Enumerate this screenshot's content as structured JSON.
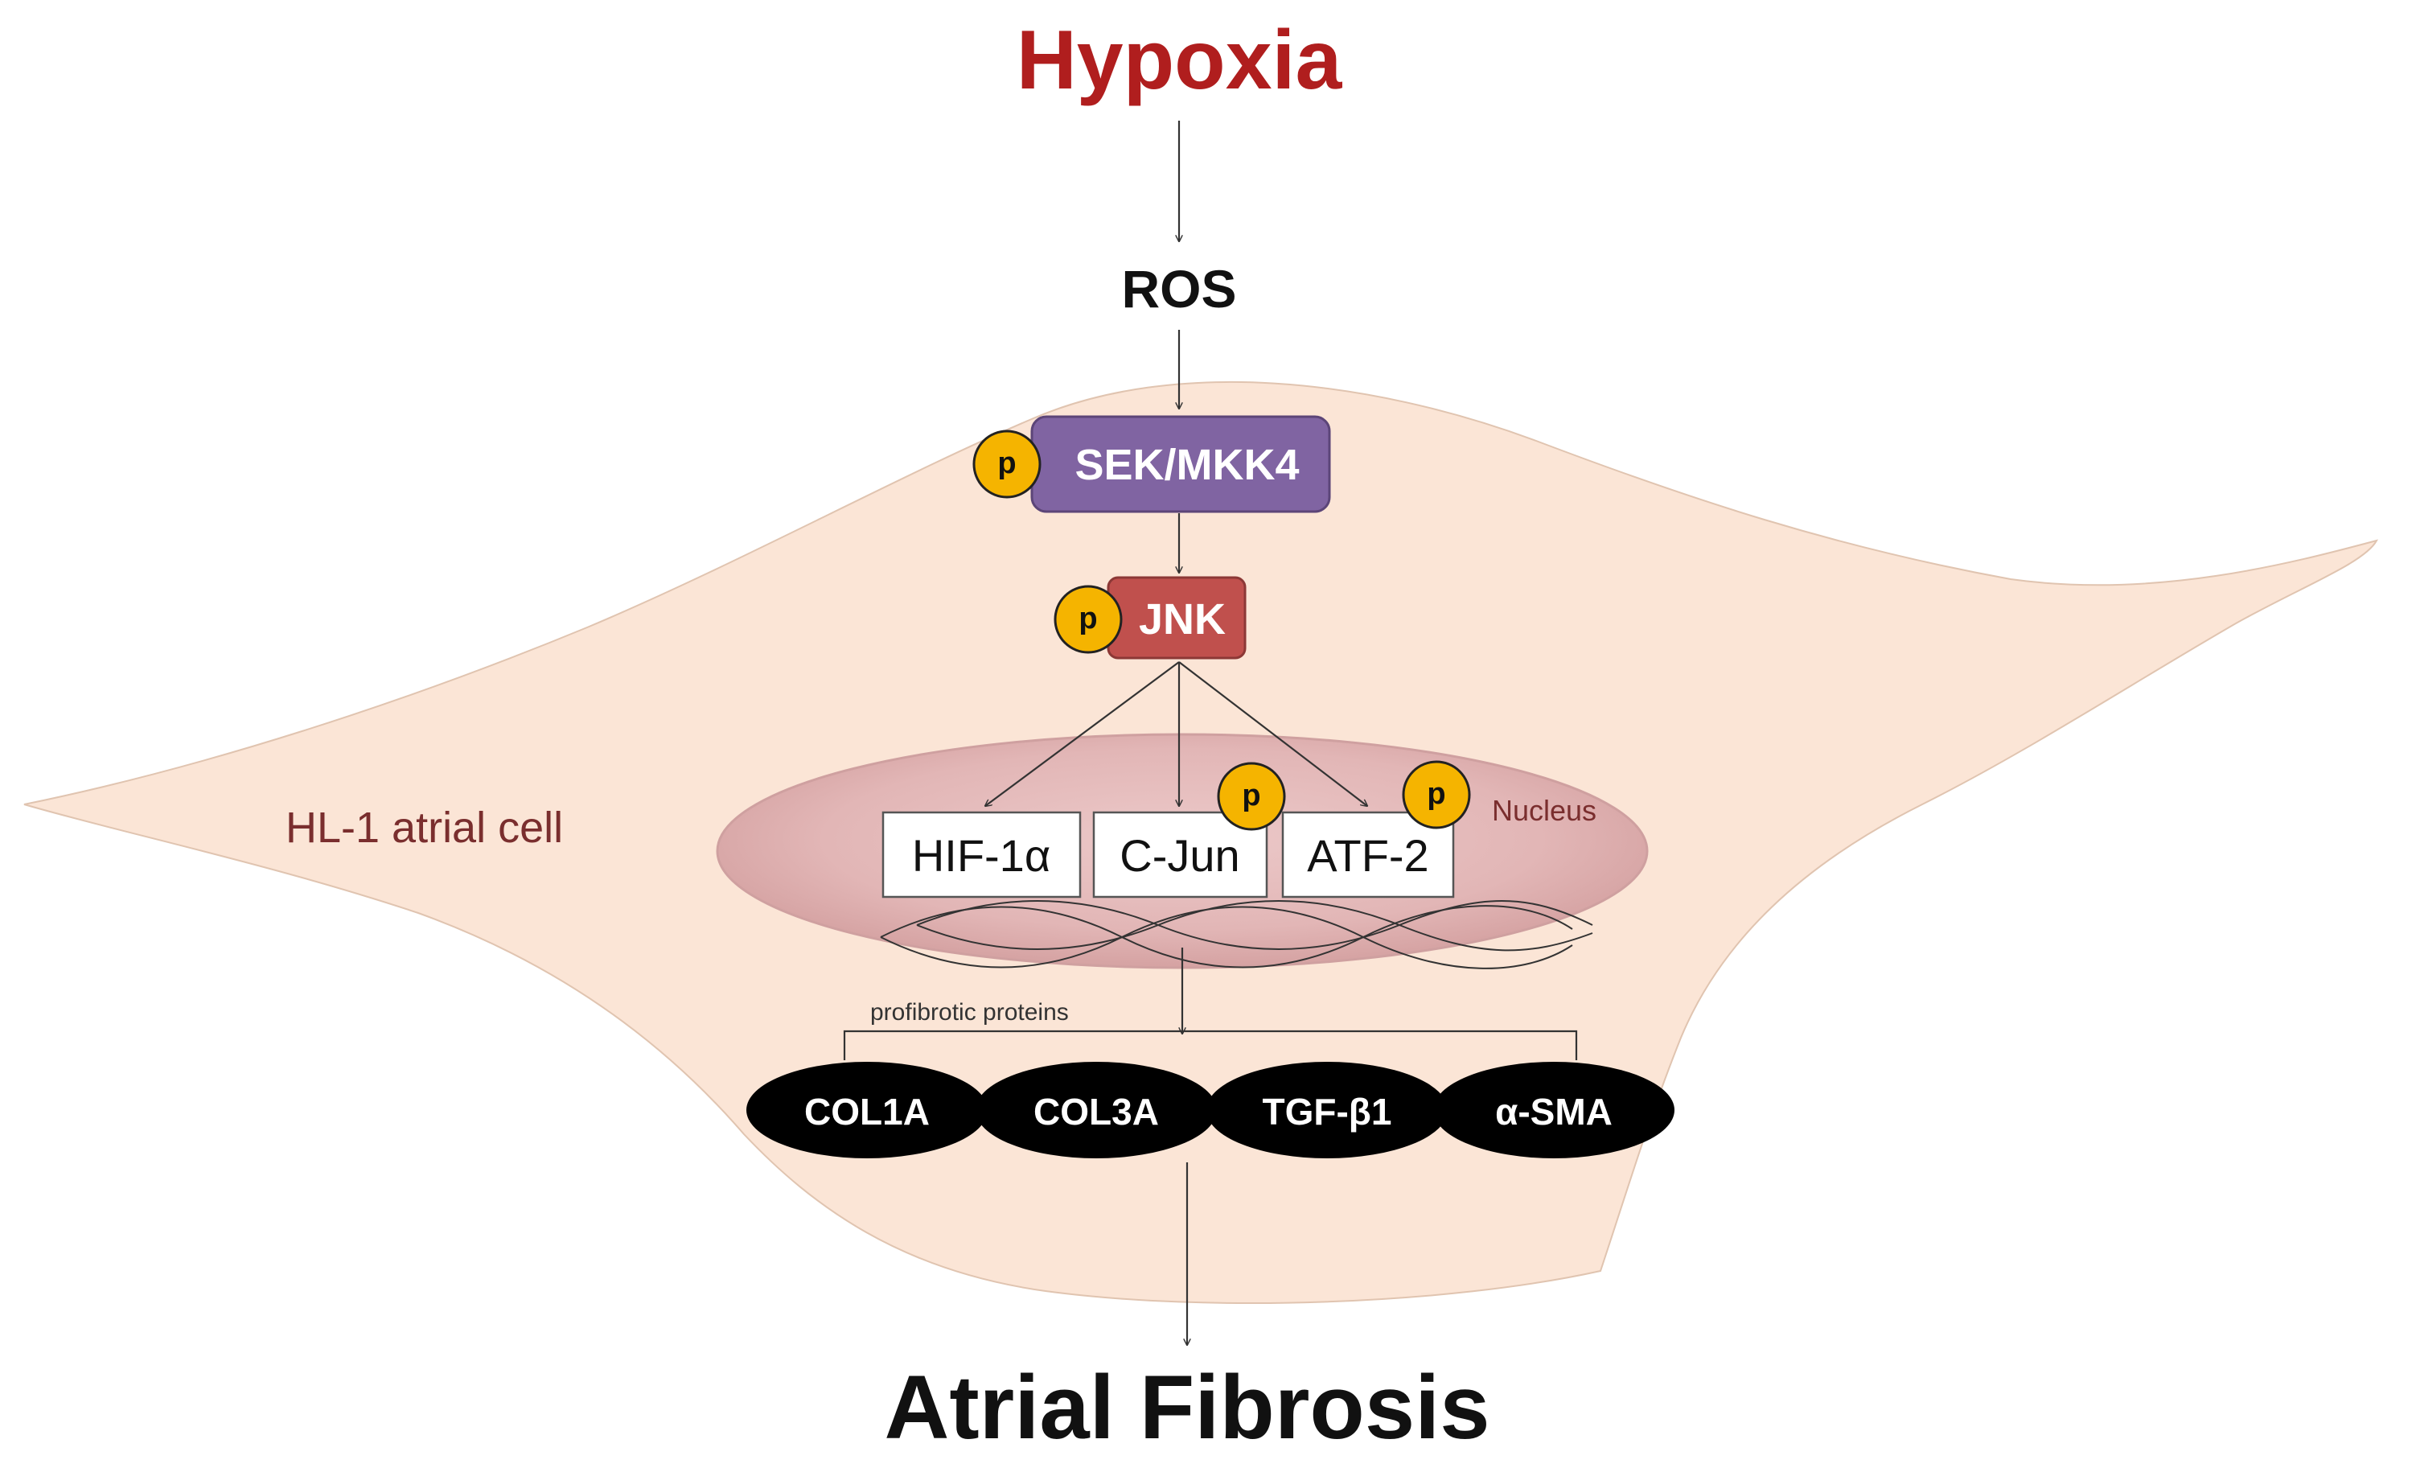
{
  "stimulus": {
    "label": "Hypoxia",
    "color": "#b01e1e"
  },
  "ros": {
    "label": "ROS"
  },
  "sek": {
    "label": "SEK/MKK4",
    "color": "#8064a2"
  },
  "jnk": {
    "label": "JNK",
    "color": "#c0504d"
  },
  "phospho": {
    "label": "p",
    "color": "#f5b400"
  },
  "cell": {
    "label": "HL-1 atrial cell",
    "color": "#fbe5d6"
  },
  "nucleus": {
    "label": "Nucleus",
    "color": "#e3b9b9"
  },
  "transcription_factors": [
    {
      "label": "HIF-1α"
    },
    {
      "label": "C-Jun"
    },
    {
      "label": "ATF-2"
    }
  ],
  "group_label": "profibrotic proteins",
  "proteins": [
    {
      "label": "COL1A"
    },
    {
      "label": "COL3A"
    },
    {
      "label": "TGF-β1"
    },
    {
      "label": "α-SMA"
    }
  ],
  "outcome": {
    "label": "Atrial Fibrosis"
  }
}
